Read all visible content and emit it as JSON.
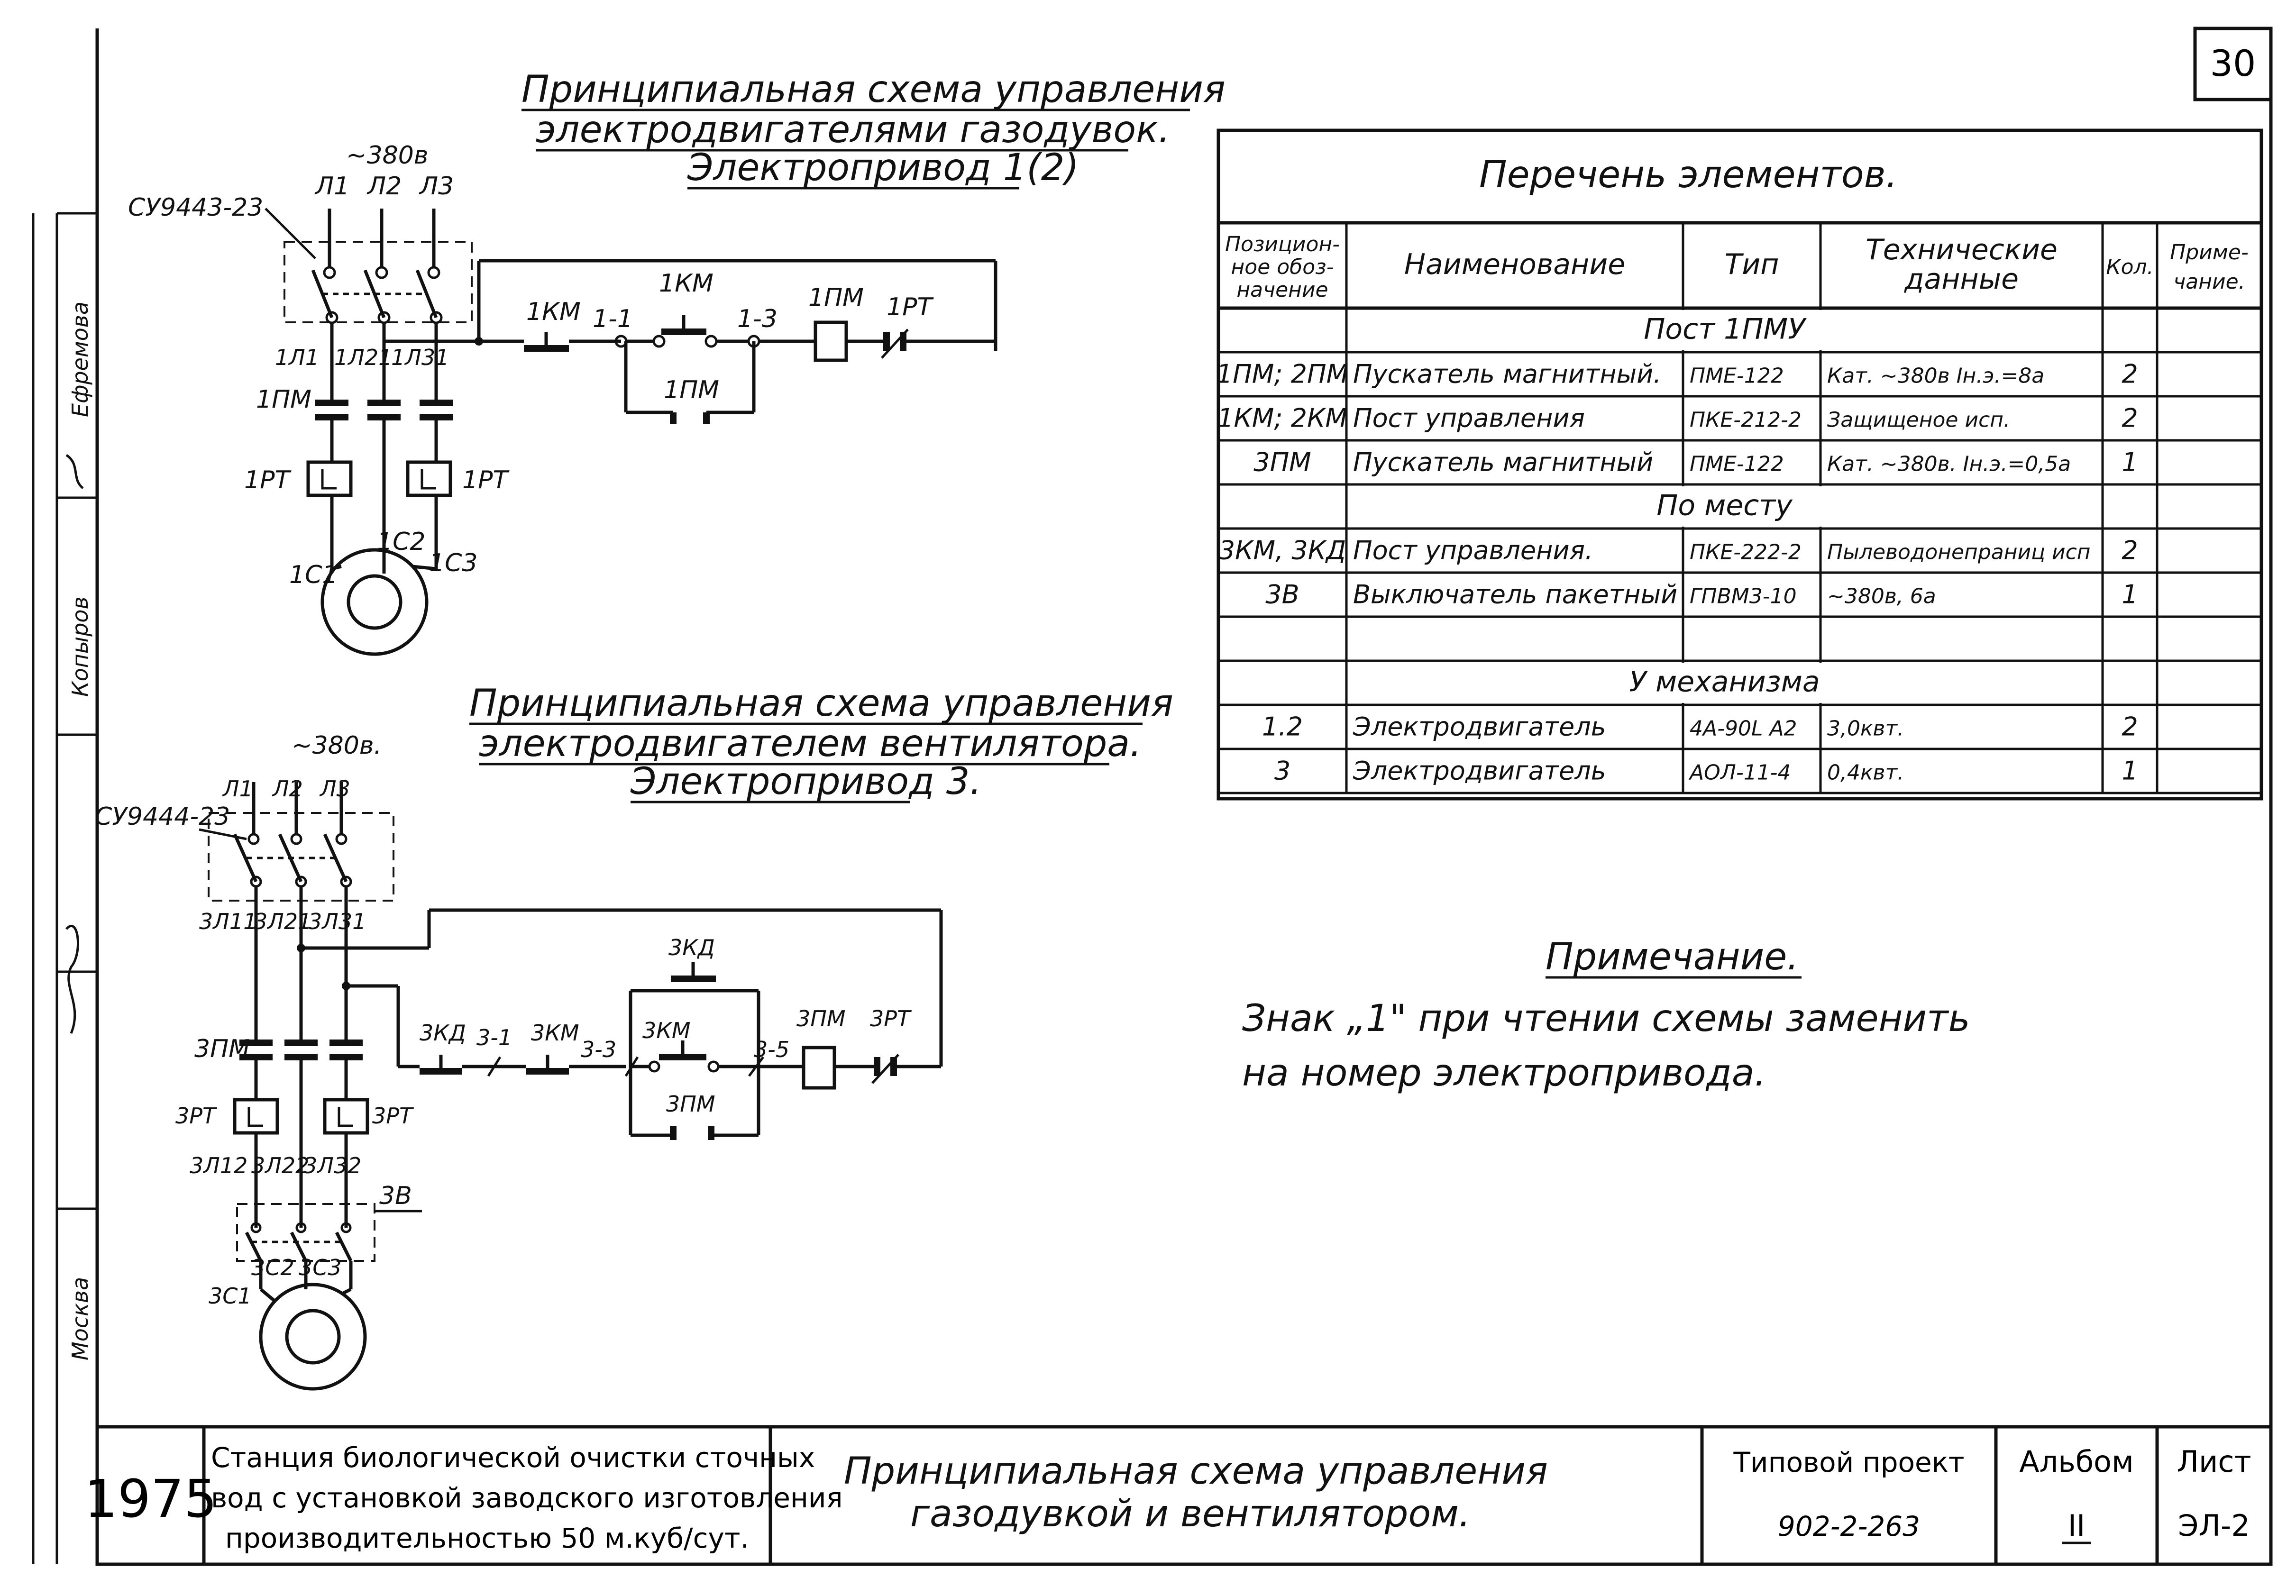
{
  "sheet_number": "30",
  "stamp": {
    "year": "1975",
    "object_line1": "Станция биологической очистки сточных",
    "object_line2": "вод с установкой заводского изготовления",
    "object_line3": "производительностью 50 м.куб/сут.",
    "drawing_title_line1": "Принципиальная схема управления",
    "drawing_title_line2": "газодувкой и вентилятором.",
    "project_label": "Типовой проект",
    "project_number": "902-2-263",
    "album_label": "Альбом",
    "album_number": "II",
    "sheet_label": "Лист",
    "sheet_code": "ЭЛ-2"
  },
  "side_signatures": [
    "Ефремова",
    "Копыров",
    "Москва"
  ],
  "scheme1": {
    "title_line1": "Принципиальная схема управления",
    "title_line2": "электродвигателями газодувок.",
    "title_line3": "Электропривод 1(2)",
    "supply": "~380в",
    "switch": "СУ9443-23",
    "phases": [
      "Л1",
      "Л2",
      "Л3"
    ],
    "out_labels": [
      "1Л1",
      "1Л21",
      "1Л31"
    ],
    "contactor": "1ПМ",
    "relay": "1РТ",
    "motor_terminals": [
      "1С1",
      "1С2",
      "1С3"
    ],
    "control": {
      "stop": "1КМ",
      "node1": "1-1",
      "start": "1КМ",
      "node3": "1-3",
      "coil": "1ПМ",
      "relay_contact": "1РТ",
      "holding": "1ПМ"
    }
  },
  "scheme2": {
    "title_line1": "Принципиальная схема управления",
    "title_line2": "электродвигателем вентилятора.",
    "title_line3": "Электропривод 3.",
    "supply": "~380в.",
    "switch": "СУ9444-23",
    "phases": [
      "Л1",
      "Л2",
      "Л3"
    ],
    "out_labels": [
      "3Л11",
      "3Л21",
      "3Л31"
    ],
    "contactor": "3ПМ",
    "relay": "3РТ",
    "mid_labels": [
      "3Л12",
      "3Л22",
      "3Л32"
    ],
    "packet_switch": "3В",
    "motor_terminals": [
      "3С1",
      "3С2",
      "3С3"
    ],
    "control": {
      "stop_local": "3КД",
      "node1": "3-1",
      "stop_remote": "3КМ",
      "node3": "3-3",
      "start_local": "3КД",
      "start_remote": "3КМ",
      "node5": "3-5",
      "coil": "3ПМ",
      "relay_contact": "3РТ",
      "holding": "3ПМ"
    }
  },
  "elements_table": {
    "title": "Перечень элементов.",
    "headers": [
      "Позицион-ное обоз-начение",
      "Наименование",
      "Тип",
      "Технические данные",
      "Кол.",
      "Приме-чание."
    ],
    "rows": [
      {
        "section": "Пост 1ПМУ"
      },
      {
        "cells": [
          "1ПМ; 2ПМ",
          "Пускатель магнитный.",
          "ПМЕ-122",
          "Кат. ~380в Iн.э.=8а",
          "2",
          ""
        ]
      },
      {
        "cells": [
          "1КМ; 2КМ",
          "Пост управления",
          "ПКЕ-212-2",
          "Защищеное исп.",
          "2",
          ""
        ]
      },
      {
        "cells": [
          "3ПМ",
          "Пускатель магнитный",
          "ПМЕ-122",
          "Кат. ~380в. Iн.э.=0,5а",
          "1",
          ""
        ]
      },
      {
        "section": "По месту"
      },
      {
        "cells": [
          "3КМ, 3КД",
          "Пост управления.",
          "ПКЕ-222-2",
          "Пылеводонепраниц исп",
          "2",
          ""
        ]
      },
      {
        "cells": [
          "3В",
          "Выключатель пакетный",
          "ГПВМ3-10",
          "~380в, 6а",
          "1",
          ""
        ]
      },
      {
        "cells": [
          "",
          "",
          "",
          "",
          "",
          ""
        ]
      },
      {
        "section": "У механизма"
      },
      {
        "cells": [
          "1.2",
          "Электродвигатель",
          "4А-90L А2",
          "3,0квт.",
          "2",
          ""
        ]
      },
      {
        "cells": [
          "3",
          "Электродвигатель",
          "АОЛ-11-4",
          "0,4квт.",
          "1",
          ""
        ]
      }
    ]
  },
  "note": {
    "title": "Примечание.",
    "line1": "Знак „1\" при чтении схемы заменить",
    "line2": "на номер электропривода."
  }
}
